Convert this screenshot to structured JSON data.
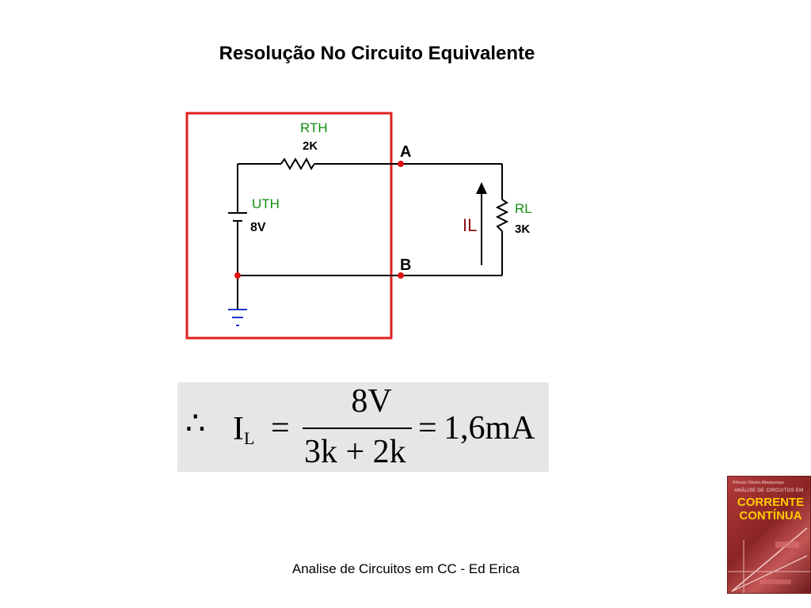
{
  "slide": {
    "title": "Resolução No Circuito Equivalente",
    "footer": "Analise de Circuitos em CC - Ed Erica"
  },
  "circuit": {
    "rth_label": "RTH",
    "rth_value": "2K",
    "uth_label": "UTH",
    "uth_value": "8V",
    "node_a": "A",
    "node_b": "B",
    "current_label": "IL",
    "rl_label": "RL",
    "rl_value": "3K",
    "colors": {
      "wire": "#000000",
      "box": "#e02020",
      "node": "#e01010",
      "label_green": "#109010",
      "current": "#8b1010",
      "ground": "#2233cc"
    }
  },
  "formula": {
    "therefore": "∴",
    "il": "I",
    "il_sub": "L",
    "eq": "=",
    "numerator": "8V",
    "denominator": "3k + 2k",
    "result": "1,6mA"
  },
  "book_cover": {
    "top_text": "Rômulo Oliveira Albuquerque",
    "subtitle": "ANÁLISE DE CIRCUITOS EM",
    "title": "CORRENTE CONTÍNUA"
  }
}
